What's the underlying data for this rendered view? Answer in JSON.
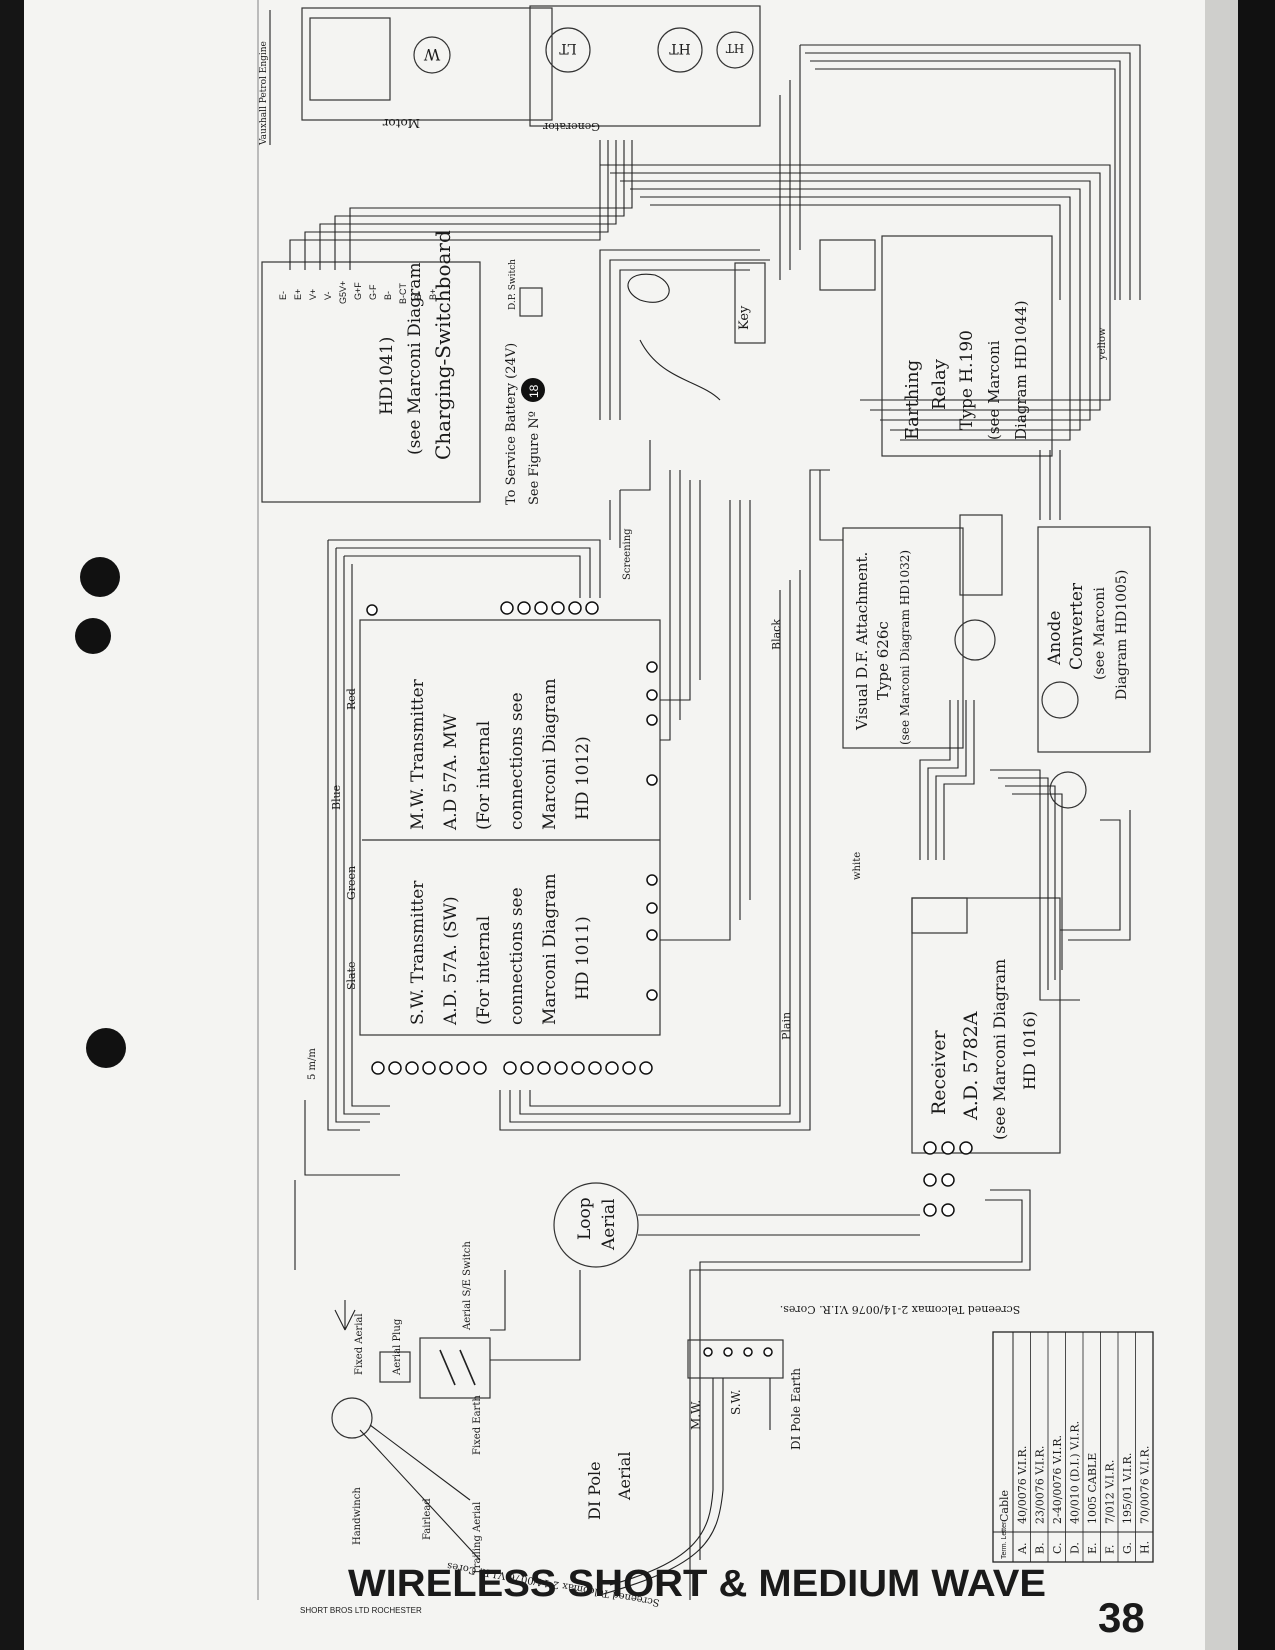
{
  "title": "WIRELESS SHORT & MEDIUM WAVE",
  "page_number": "38",
  "footer_maker": "SHORT BROS LTD ROCHESTER",
  "engine_note": "Vauxhall Petrol Engine",
  "motor": {
    "label": "Motor",
    "symbol": "W"
  },
  "generator": {
    "label": "Generator",
    "symbols": [
      "LT",
      "HT",
      "HT"
    ]
  },
  "switchboard": {
    "name": "Charging-Switchboard",
    "ref": "(see Marconi Diagram",
    "diagram": "HD1041)",
    "battery_note": "To Service Battery (24V)",
    "figure_note": "See Figure Nº",
    "figure_no": "18",
    "dp_switch": "D.P. Switch",
    "terminals": [
      "E-",
      "E+",
      "V+",
      "V-",
      "G5V+",
      "G+F",
      "G-F",
      "B-",
      "B-CT",
      "B-",
      "B+"
    ]
  },
  "key_label": "Key",
  "relay": {
    "line1": "Earthing",
    "line2": "Relay",
    "line3": "Type H.190",
    "line4": "(see Marconi",
    "line5": "Diagram HD1044)"
  },
  "df": {
    "line1": "Visual D.F. Attachment.",
    "line2": "Type 626c",
    "line3": "(see Marconi Diagram HD1032)"
  },
  "anode": {
    "line1": "Anode",
    "line2": "Converter",
    "line3": "(see Marconi",
    "line4": "Diagram HD1005)"
  },
  "mw_tx": {
    "line1": "M.W. Transmitter",
    "line2": "A.D 57A. MW",
    "line3": "(For internal",
    "line4": "connections see",
    "line5": "Marconi Diagram",
    "line6": "HD 1012)"
  },
  "sw_tx": {
    "line1": "S.W. Transmitter",
    "line2": "A.D. 57A. (SW)",
    "line3": "(For internal",
    "line4": "connections see",
    "line5": "Marconi Diagram",
    "line6": "HD 1011)"
  },
  "receiver": {
    "line1": "Receiver",
    "line2": "A.D. 5782A",
    "line3": "(see Marconi Diagram",
    "line4": "HD 1016)"
  },
  "loop": {
    "line1": "Loop",
    "line2": "Aerial"
  },
  "dipole": {
    "line1": "DI Pole",
    "line2": "Aerial",
    "earth": "DI Pole Earth",
    "mw": "M.W.",
    "sw": "S.W."
  },
  "aerial": {
    "fixed_aerial": "Fixed Aerial",
    "aerial_plug": "Aerial Plug",
    "aerial_switch": "Aerial S/E Switch",
    "fixed_earth": "Fixed Earth",
    "handwinch": "Handwinch",
    "fairlead": "Fairlead",
    "trailing": "Trailing Aerial"
  },
  "teleomax_note": "Screened Telcomax 2-14/0076 V.I.R. Cores.",
  "teleomax_note2": "Screened Telcomax 2-14/0076 V.I.R. Cores",
  "wire_labels": [
    "Red",
    "Black",
    "Slate",
    "Green",
    "Blue",
    "Plain",
    "yellow",
    "white",
    "Screening",
    "5 m/m"
  ],
  "cable_table": {
    "headers": [
      "Term. Letter",
      "Cable"
    ],
    "rows": [
      [
        "A.",
        "40/0076 V.I.R."
      ],
      [
        "B.",
        "23/0076 V.I.R."
      ],
      [
        "C.",
        "2-40/0076 V.I.R."
      ],
      [
        "D.",
        "40/010 (D.I.) V.I.R."
      ],
      [
        "E.",
        "1005 CABLE"
      ],
      [
        "F.",
        "7/012 V.I.R."
      ],
      [
        "G.",
        "195/01 V.I.R."
      ],
      [
        "H.",
        "70/0076 V.I.R."
      ]
    ]
  }
}
